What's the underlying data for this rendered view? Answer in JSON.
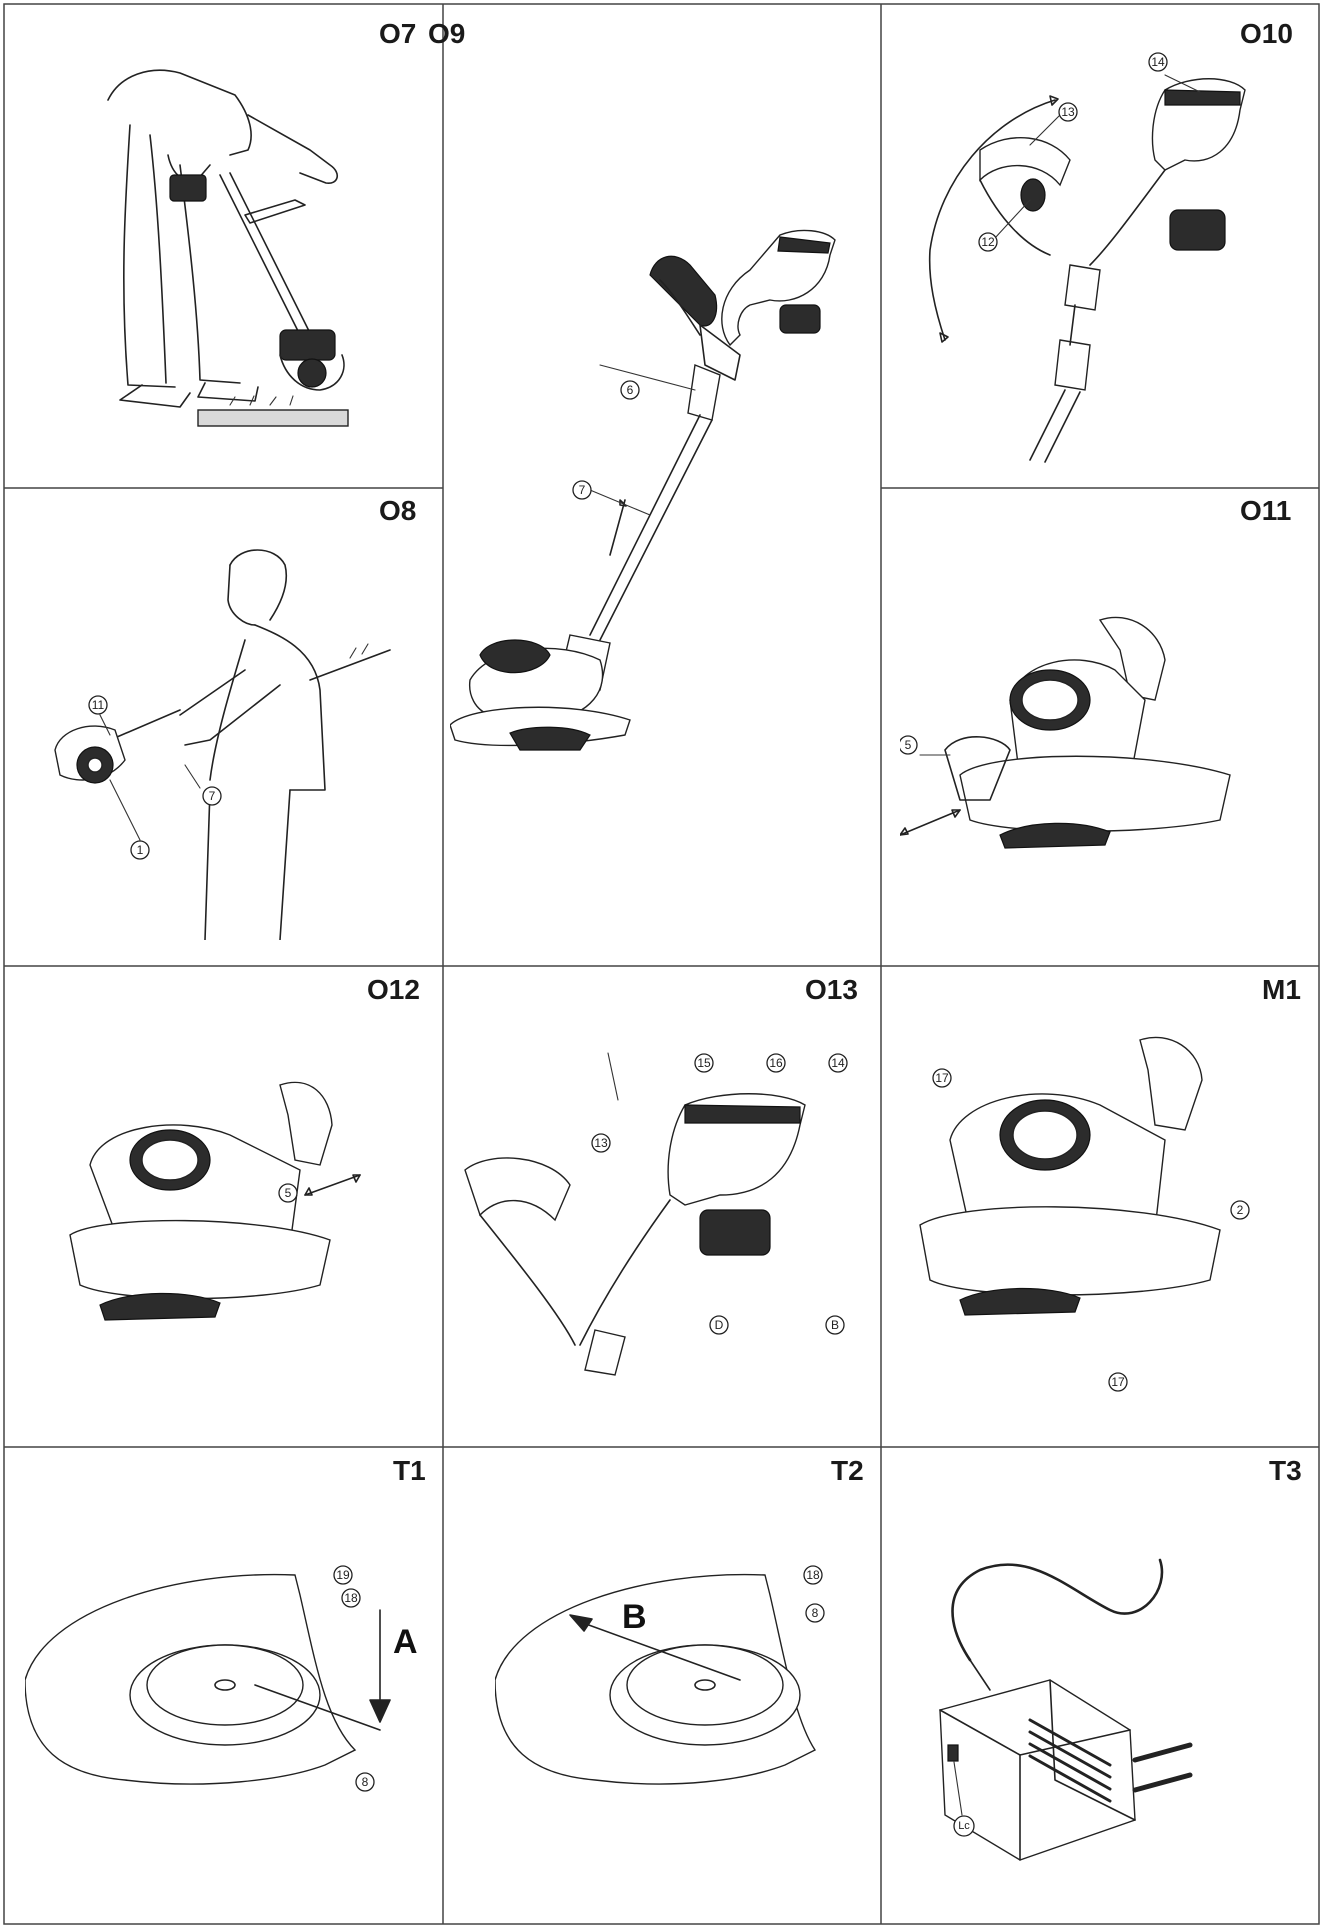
{
  "panels": [
    {
      "id": "O7",
      "label": "O7"
    },
    {
      "id": "O9",
      "label": "O9"
    },
    {
      "id": "O10",
      "label": "O10"
    },
    {
      "id": "O8",
      "label": "O8"
    },
    {
      "id": "O11",
      "label": "O11"
    },
    {
      "id": "O12",
      "label": "O12"
    },
    {
      "id": "O13",
      "label": "O13"
    },
    {
      "id": "M1",
      "label": "M1"
    },
    {
      "id": "T1",
      "label": "T1"
    },
    {
      "id": "T2",
      "label": "T2"
    },
    {
      "id": "T3",
      "label": "T3"
    }
  ],
  "callouts": {
    "o9": [
      "6",
      "7"
    ],
    "o10": [
      "14",
      "13",
      "12"
    ],
    "o8": [
      "11",
      "7",
      "1"
    ],
    "o11": [
      "5"
    ],
    "o12": [
      "5"
    ],
    "o13": [
      "15",
      "16",
      "14",
      "13",
      "D",
      "B"
    ],
    "m1": [
      "17",
      "2",
      "17"
    ],
    "t1": [
      "19",
      "18",
      "8"
    ],
    "t2": [
      "18",
      "8"
    ],
    "t3": [
      "Lc"
    ]
  },
  "letters": {
    "t1": "A",
    "t2": "B"
  },
  "colors": {
    "line": "#222222",
    "grid": "#444444",
    "fill_dark": "#2c2c2c",
    "paper": "#ffffff"
  }
}
